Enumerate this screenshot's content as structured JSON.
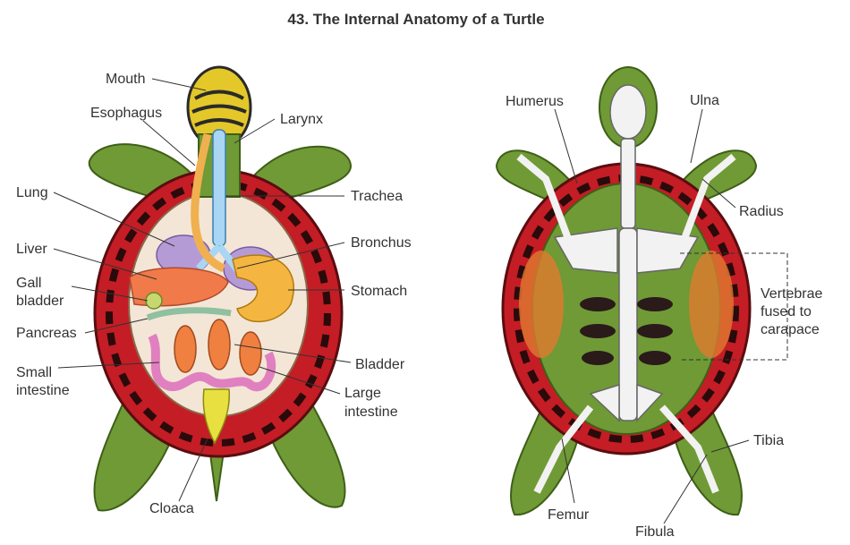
{
  "title": "43.  The Internal Anatomy of a Turtle",
  "left_labels": {
    "mouth": "Mouth",
    "esophagus": "Esophagus",
    "larynx": "Larynx",
    "lung": "Lung",
    "trachea": "Trachea",
    "liver": "Liver",
    "bronchus": "Bronchus",
    "gall_bladder_1": "Gall",
    "gall_bladder_2": "bladder",
    "stomach": "Stomach",
    "pancreas": "Pancreas",
    "bladder": "Bladder",
    "small_intestine_1": "Small",
    "small_intestine_2": "intestine",
    "large_intestine_1": "Large",
    "large_intestine_2": "intestine",
    "cloaca": "Cloaca"
  },
  "right_labels": {
    "humerus": "Humerus",
    "ulna": "Ulna",
    "radius": "Radius",
    "vertebrae_1": "Vertebrae",
    "vertebrae_2": "fused to",
    "vertebrae_3": "carapace",
    "tibia": "Tibia",
    "femur": "Femur",
    "fibula": "Fibula"
  }
}
